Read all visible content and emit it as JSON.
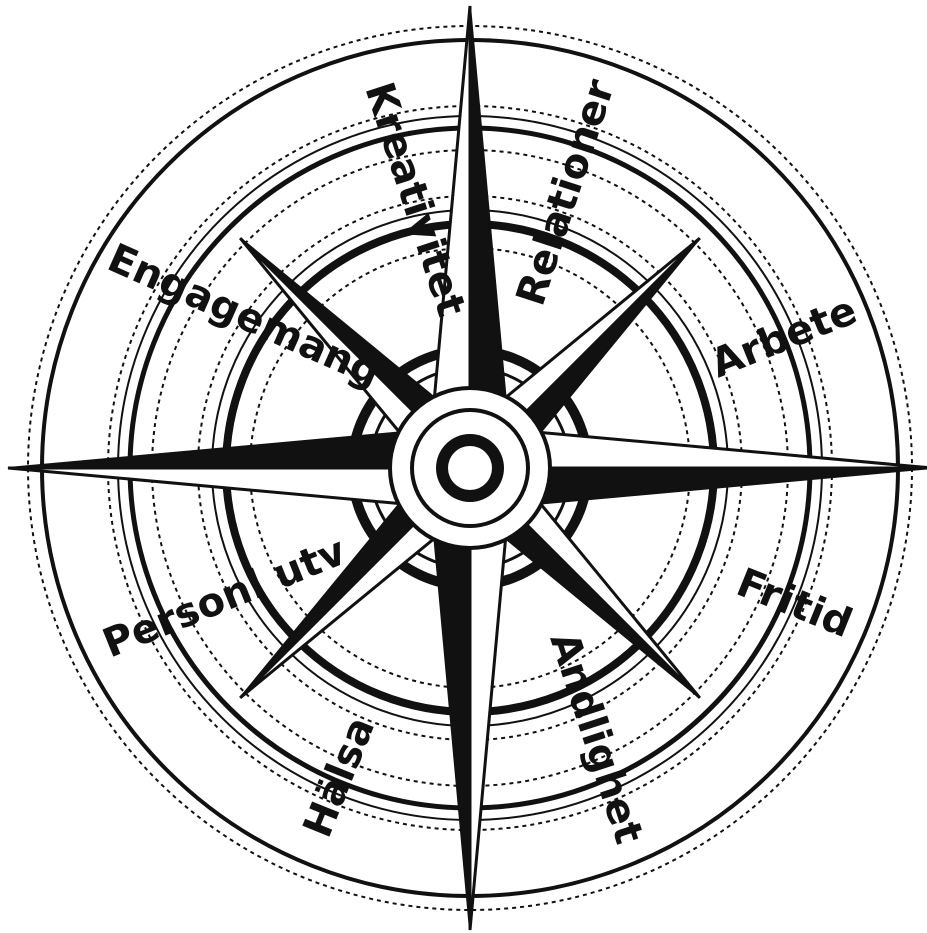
{
  "labels": [
    {
      "id": "kreativitet",
      "text": "Kreativitet"
    },
    {
      "id": "relationer",
      "text": "Relationer"
    },
    {
      "id": "arbete",
      "text": "Arbete"
    },
    {
      "id": "fritid",
      "text": "Fritid"
    },
    {
      "id": "andlighet",
      "text": "Andlighet"
    },
    {
      "id": "halsa",
      "text": "Hälsa"
    },
    {
      "id": "personl-utv",
      "text": "Personl utv"
    },
    {
      "id": "engagemang",
      "text": "Engagemang"
    }
  ],
  "colors": {
    "ink": "#111111",
    "paper": "#ffffff"
  }
}
